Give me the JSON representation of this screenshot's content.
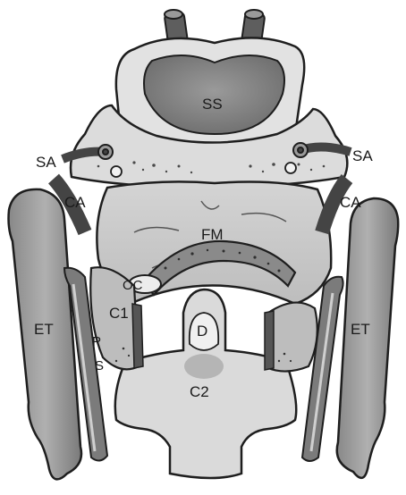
{
  "labels": {
    "ss": "SS",
    "sa_left": "SA",
    "sa_right": "SA",
    "ca_left": "CA",
    "ca_right": "CA",
    "fm": "FM",
    "oc": "OC",
    "c1": "C1",
    "et_left": "ET",
    "et_right": "ET",
    "p": "P",
    "s": "S",
    "d": "D",
    "c2": "C2"
  },
  "colors": {
    "outline": "#1e1e1e",
    "pale_bone": "#e4e4e4",
    "mid_grey": "#a6a6a6",
    "dark_grey": "#6a6a6a",
    "vessel": "#444444"
  }
}
